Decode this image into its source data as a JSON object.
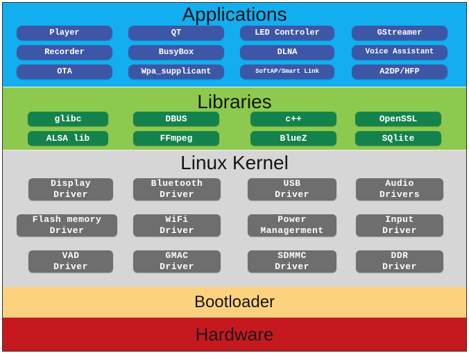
{
  "applications": {
    "title": "Applications",
    "items": [
      "Player",
      "QT",
      "LED Controler",
      "GStreamer",
      "Recorder",
      "BusyBox",
      "DLNA",
      "Voice Assistant",
      "OTA",
      "Wpa_supplicant",
      "SoftAP/Smart Link",
      "A2DP/HFP"
    ]
  },
  "libraries": {
    "title": "Libraries",
    "items": [
      "glibc",
      "DBUS",
      "c++",
      "OpenSSL",
      "ALSA lib",
      "FFmpeg",
      "BlueZ",
      "SQlite"
    ]
  },
  "kernel": {
    "title": "Linux Kernel",
    "items": [
      "Display\nDriver",
      "Bluetooth\nDriver",
      "USB\nDriver",
      "Audio\nDrivers",
      "Flash memory\nDriver",
      "WiFi\nDriver",
      "Power\nManagerment",
      "Input\nDriver",
      "VAD\nDriver",
      "GMAC\nDriver",
      "SDMMC\nDriver",
      "DDR\nDriver"
    ]
  },
  "bootloader": {
    "title": "Bootloader"
  },
  "hardware": {
    "title": "Hardware"
  },
  "colors": {
    "applications": "#12aef0",
    "libraries": "#8dc94f",
    "kernel": "#d6d6d6",
    "bootloader": "#fdd27f",
    "hardware": "#c6191f",
    "app_box": "#3d57a6",
    "lib_box": "#13834b",
    "driver_box": "#6e6e6e"
  }
}
